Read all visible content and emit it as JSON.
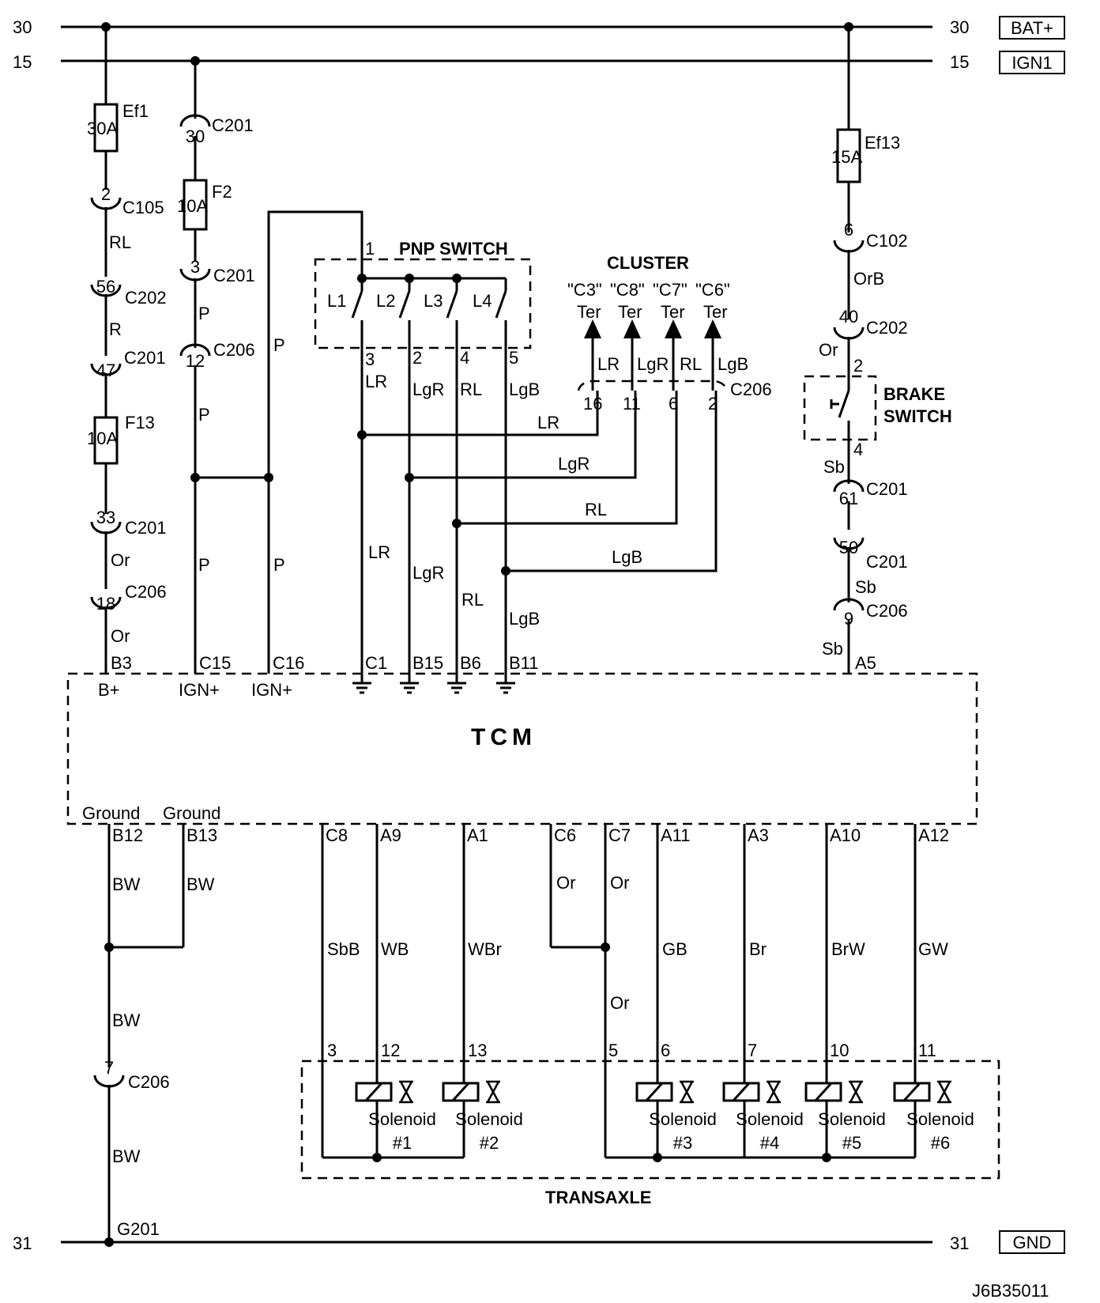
{
  "buses": {
    "b30": {
      "num": "30",
      "tag": "BAT+"
    },
    "b15": {
      "num": "15",
      "tag": "IGN1"
    },
    "b31": {
      "num": "31",
      "tag": "GND"
    }
  },
  "bplus": {
    "ef1": {
      "name": "Ef1",
      "rating": "30A"
    },
    "c105": {
      "pin": "2",
      "name": "C105"
    },
    "w1": "RL",
    "c202": {
      "pin": "56",
      "name": "C202"
    },
    "w2": "R",
    "c201a": {
      "pin": "47",
      "name": "C201"
    },
    "f13": {
      "name": "F13",
      "rating": "10A"
    },
    "c201b": {
      "pin": "33",
      "name": "C201"
    },
    "w3": "Or",
    "c206a": {
      "pin": "18",
      "name": "C206"
    },
    "w4": "Or"
  },
  "ign": {
    "c201c": {
      "pin": "30",
      "name": "C201"
    },
    "f2": {
      "name": "F2",
      "rating": "10A"
    },
    "c201d": {
      "pin": "3",
      "name": "C201"
    },
    "w1": "P",
    "c206b": {
      "pin": "12",
      "name": "C206"
    },
    "w2": "P",
    "w3": "P",
    "w4": "P",
    "w5": "P"
  },
  "pnp": {
    "title": "PNP SWITCH",
    "input_pin": "1",
    "contacts": [
      "L1",
      "L2",
      "L3",
      "L4"
    ],
    "pins": [
      "3",
      "2",
      "4",
      "5"
    ],
    "wires": [
      "LR",
      "LgR",
      "RL",
      "LgB"
    ]
  },
  "cluster": {
    "title": "CLUSTER",
    "ter": "Ter",
    "connector": "C206",
    "terms": [
      {
        "name": "\"C3\"",
        "wire": "LR",
        "pin": "16"
      },
      {
        "name": "\"C8\"",
        "wire": "LgR",
        "pin": "11"
      },
      {
        "name": "\"C7\"",
        "wire": "RL",
        "pin": "6"
      },
      {
        "name": "\"C6\"",
        "wire": "LgB",
        "pin": "2"
      }
    ]
  },
  "brake": {
    "ef13": {
      "name": "Ef13",
      "rating": "15A"
    },
    "c102": {
      "pin": "6",
      "name": "C102"
    },
    "w1": "OrB",
    "c202": {
      "pin": "40",
      "name": "C202"
    },
    "w2": "Or",
    "sw": {
      "pin_in": "2",
      "pin_out": "4",
      "title1": "BRAKE",
      "title2": "SWITCH"
    },
    "w3": "Sb",
    "c201e": {
      "pin": "61",
      "name": "C201"
    },
    "c201f": {
      "pin": "50",
      "name": "C201"
    },
    "w4": "Sb",
    "c206c": {
      "pin": "9",
      "name": "C206"
    },
    "w5": "Sb"
  },
  "tcm": {
    "title": "TCM",
    "labels": {
      "bplus": "B+",
      "ign": "IGN+",
      "ground": "Ground"
    },
    "pins": {
      "b3": "B3",
      "c15": "C15",
      "c16": "C16",
      "c1": "C1",
      "b15": "B15",
      "b6": "B6",
      "b11": "B11",
      "a5": "A5",
      "b12": "B12",
      "b13": "B13",
      "c8": "C8",
      "a9": "A9",
      "a1": "A1",
      "c6": "C6",
      "c7": "C7",
      "a11": "A11",
      "a3": "A3",
      "a10": "A10",
      "a12": "A12"
    }
  },
  "ground": {
    "w": "BW",
    "c206d": {
      "pin": "7",
      "name": "C206"
    },
    "point": "G201"
  },
  "trans": {
    "title": "TRANSAXLE",
    "w_or": "Or",
    "wires": [
      "SbB",
      "WB",
      "WBr",
      "GB",
      "Br",
      "BrW",
      "GW"
    ],
    "pins": [
      "3",
      "12",
      "13",
      "5",
      "6",
      "7",
      "10",
      "11"
    ],
    "solenoid_label": "Solenoid",
    "solenoids": [
      "#1",
      "#2",
      "#3",
      "#4",
      "#5",
      "#6"
    ]
  },
  "code": "J6B35011"
}
